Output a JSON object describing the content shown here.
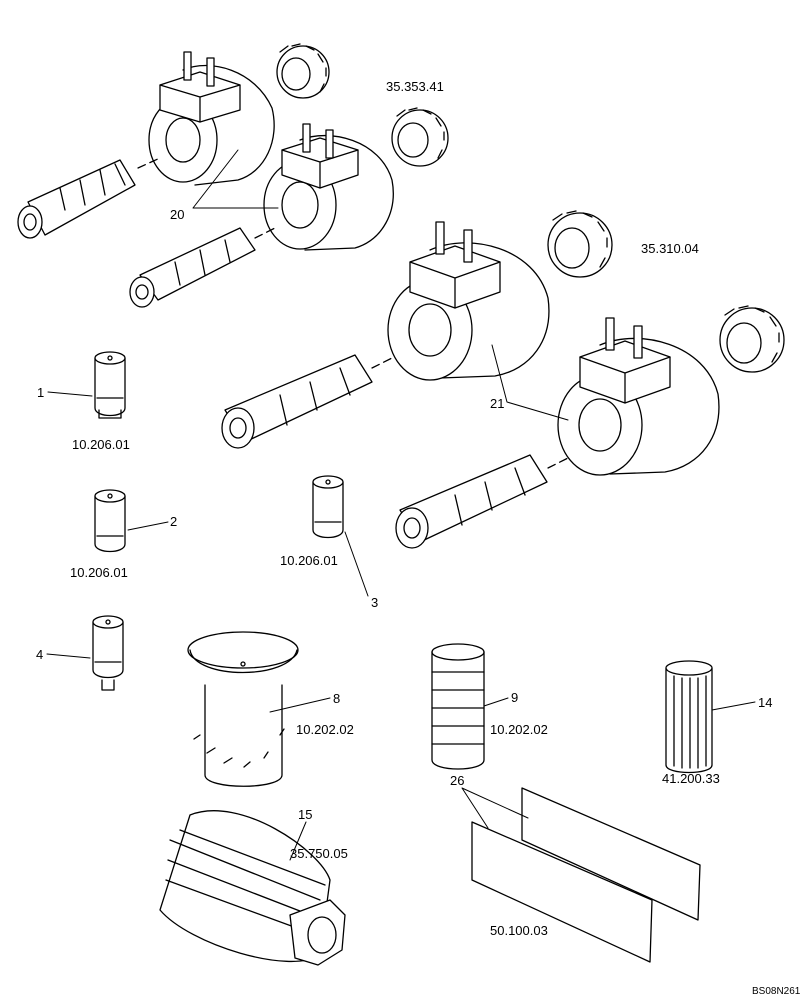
{
  "part_numbers": {
    "solenoid_nut_small": "35.353.41",
    "solenoid_nut_large": "35.310.04",
    "filter_1": "10.206.01",
    "filter_2": "10.206.01",
    "filter_3": "10.206.01",
    "strainer_8": "10.202.02",
    "strainer_9": "10.202.02",
    "filter_14": "41.200.33",
    "filter_15": "35.750.05",
    "screens_26": "50.100.03"
  },
  "callouts": {
    "c1": "1",
    "c2": "2",
    "c3": "3",
    "c4": "4",
    "c8": "8",
    "c9": "9",
    "c14": "14",
    "c15": "15",
    "c20": "20",
    "c21": "21",
    "c26": "26"
  },
  "figure_code": "BS08N261"
}
